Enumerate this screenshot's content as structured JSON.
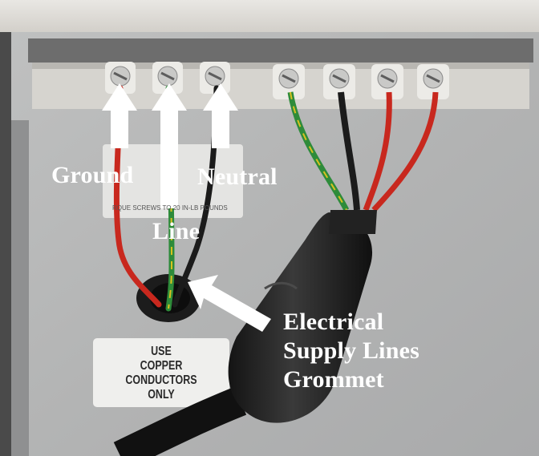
{
  "labels": {
    "ground": "Ground",
    "line": "Line",
    "neutral": "Neutral",
    "grommet_line1": "Electrical",
    "grommet_line2": "Supply Lines",
    "grommet_line3": "Grommet"
  },
  "stickers": {
    "torque_note": "RQUE SCREWS TO 20 IN-LB POUNDS",
    "copper_line1": "USE",
    "copper_line2": "COPPER",
    "copper_line3": "CONDUCTORS",
    "copper_line4": "ONLY"
  },
  "colors": {
    "panel": "#b7b8b8",
    "wire_red": "#c8281e",
    "wire_black": "#1b1b1b",
    "wire_green": "#2e8b3a",
    "wire_yellow": "#d9c21f",
    "annotation_arrow": "#ffffff"
  }
}
